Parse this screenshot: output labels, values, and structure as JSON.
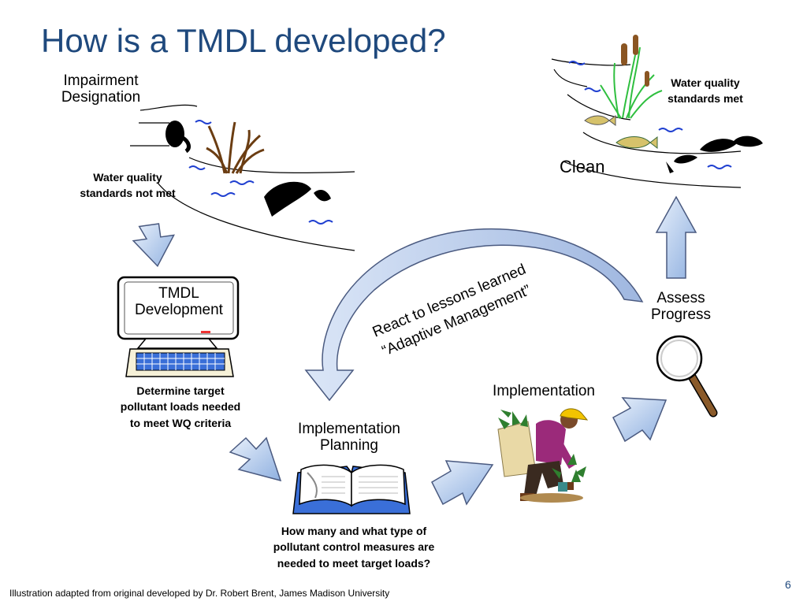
{
  "title": "How is a TMDL developed?",
  "impairment": {
    "label_line1": "Impairment",
    "label_line2": "Designation",
    "status_line1": "Water quality",
    "status_line2": "standards not met"
  },
  "clean": {
    "label": "Clean",
    "status_line1": "Water quality",
    "status_line2": "standards met"
  },
  "tmdl": {
    "screen_line1": "TMDL",
    "screen_line2": "Development",
    "desc_line1": "Determine target",
    "desc_line2": "pollutant loads needed",
    "desc_line3": "to meet WQ criteria"
  },
  "planning": {
    "label_line1": "Implementation",
    "label_line2": "Planning",
    "desc_line1": "How many and what type of",
    "desc_line2": "pollutant control measures are",
    "desc_line3": "needed to meet target loads?"
  },
  "implementation": {
    "label": "Implementation"
  },
  "assess": {
    "label_line1": "Assess",
    "label_line2": "Progress"
  },
  "adaptive": {
    "line1": "React to lessons learned",
    "line2": "“Adaptive Management”"
  },
  "footer": "Illustration adapted from original developed by Dr. Robert Brent, James Madison University",
  "page_number": "6",
  "colors": {
    "title": "#1f497d",
    "arrow_fill": "#a9c4ea",
    "arrow_stroke": "#4a5a80",
    "water_wave": "#1f3fd0"
  }
}
